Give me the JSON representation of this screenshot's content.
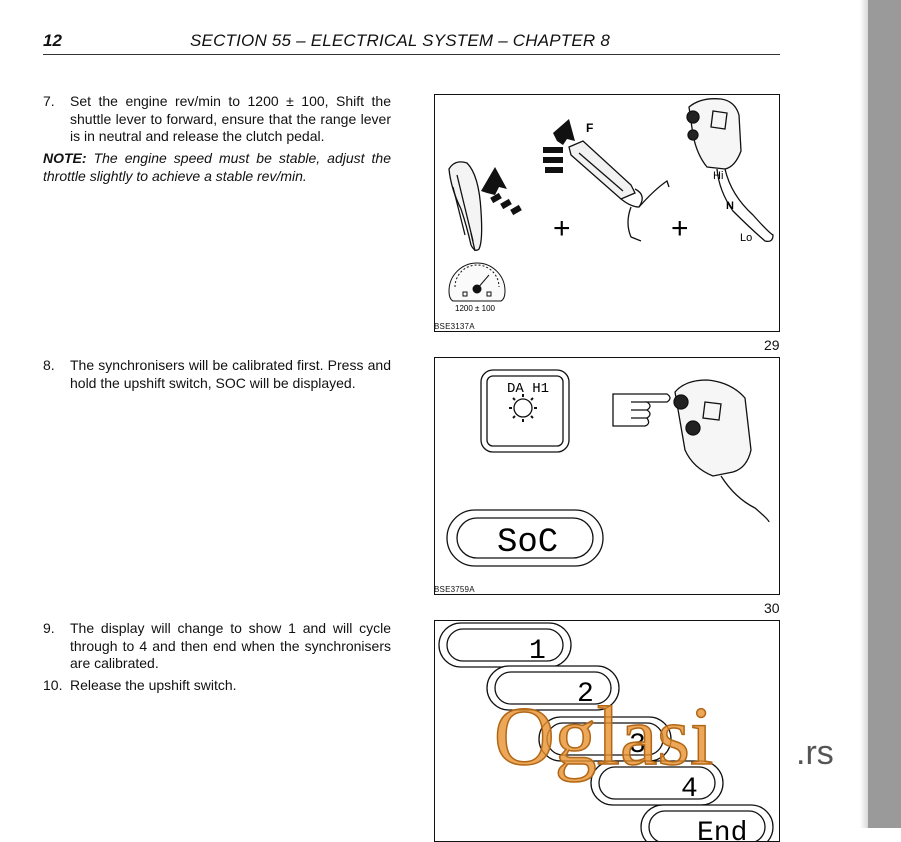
{
  "header": {
    "page_number": "12",
    "title": "SECTION 55 – ELECTRICAL SYSTEM – CHAPTER 8"
  },
  "steps": [
    {
      "number": "7.",
      "text": "Set the engine rev/min to 1200 ± 100, Shift the shuttle lever to forward, ensure that the range lever is in neutral and release the clutch pedal."
    },
    {
      "number": "8.",
      "text": "The synchronisers will be calibrated first. Press and hold the upshift switch, SOC will be displayed."
    },
    {
      "number": "9.",
      "text": "The display will change to show 1 and will cycle through to 4 and then end when the synchronisers are calibrated."
    },
    {
      "number": "10.",
      "text": "Release the upshift switch."
    }
  ],
  "note": {
    "label": "NOTE:",
    "text": " The engine speed must be stable, adjust the throttle slightly to achieve a stable rev/min."
  },
  "figures": [
    {
      "number": "29",
      "code": "BSE3137A",
      "labels": {
        "forward": "F",
        "hi": "Hi",
        "neutral": "N",
        "lo": "Lo",
        "plus_1": "+",
        "plus_2": "+",
        "rpm": "1200 ± 100"
      }
    },
    {
      "number": "30",
      "code": "BSE3759A",
      "labels": {
        "screen": "DA H1",
        "display": "SoC"
      }
    },
    {
      "number": "",
      "code": "",
      "labels": {
        "d1": "1",
        "d2": "2",
        "d3": "3",
        "d4": "4",
        "d5": "End"
      }
    }
  ],
  "watermark": {
    "brand": "Oglasi",
    "suffix": ".rs"
  },
  "colors": {
    "watermark": "#e7912f",
    "edge": "#9a9a9a"
  }
}
